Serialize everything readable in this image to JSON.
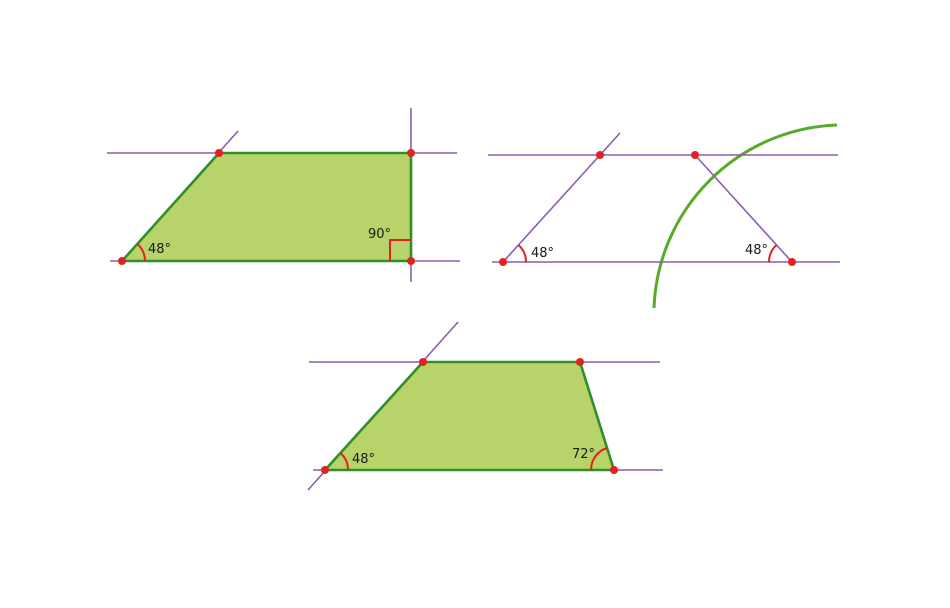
{
  "colors": {
    "background": "#ffffff",
    "guide_line": "#8e5bb0",
    "shape_fill": "#b8d36a",
    "shape_stroke": "#2f8f2a",
    "arc": "#5aaa2a",
    "angle_mark": "#e0231e",
    "point": "#e0231e",
    "label": "#1a1a1a"
  },
  "figures": {
    "right_trapezoid": {
      "angle_left": "48°",
      "angle_right": "90°"
    },
    "construction": {
      "angle_left": "48°",
      "angle_right": "48°"
    },
    "trapezoid": {
      "angle_left": "48°",
      "angle_right": "72°"
    }
  }
}
